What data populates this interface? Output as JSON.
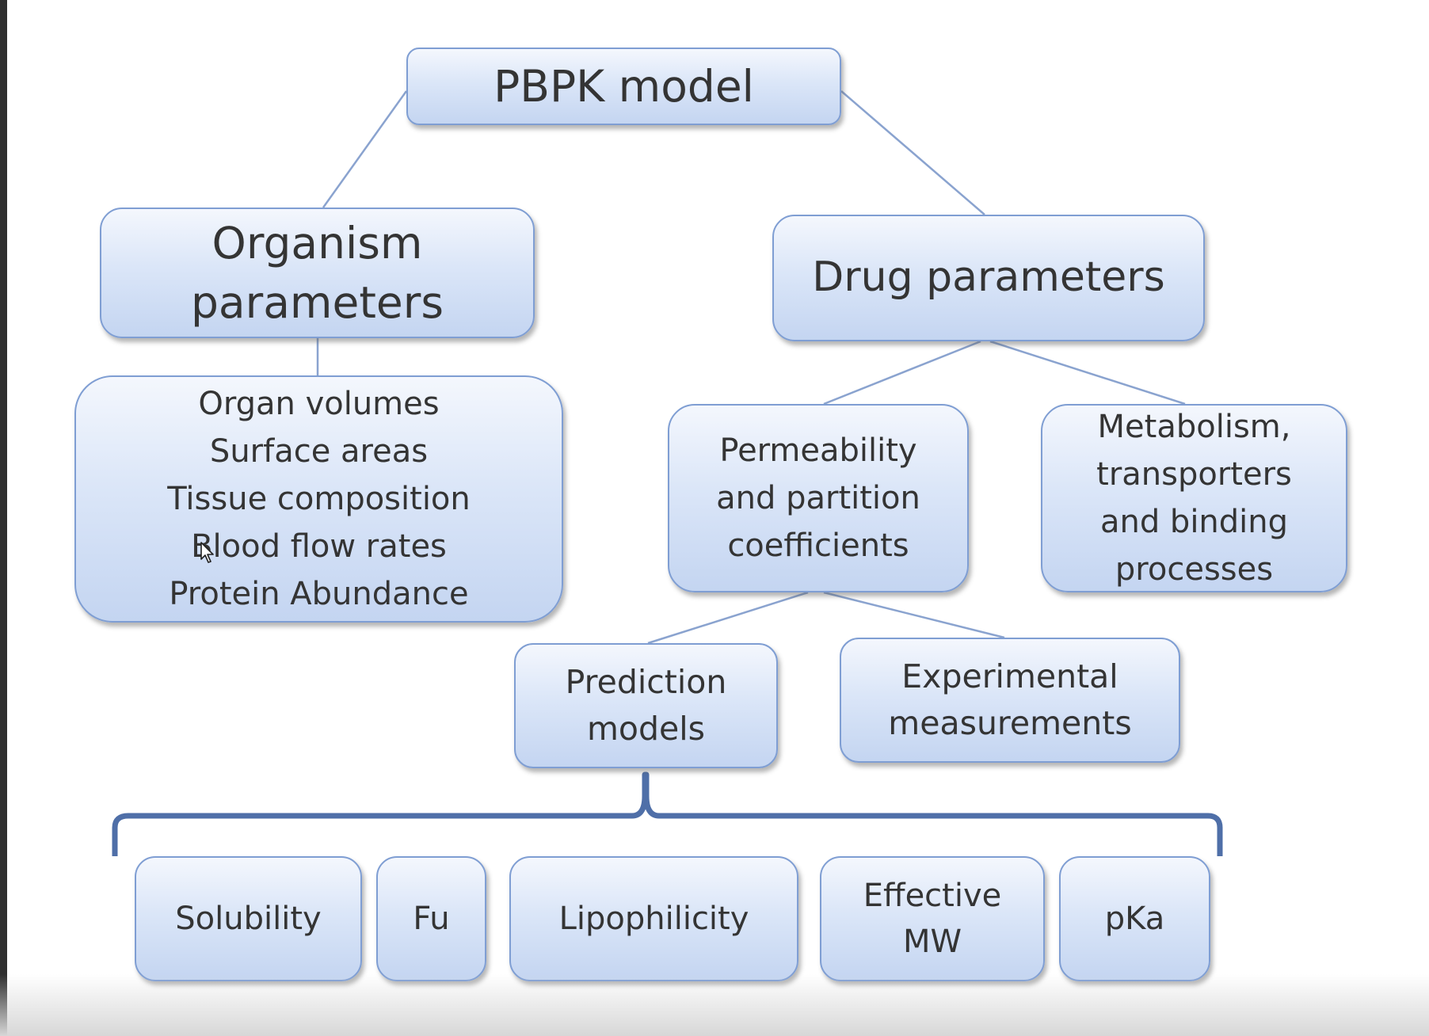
{
  "diagram": {
    "root": "PBPK model",
    "organism": {
      "title": "Organism\nparameters",
      "details": "Organ volumes\nSurface areas\nTissue composition\nBlood flow rates\nProtein Abundance"
    },
    "drug": {
      "title": "Drug parameters",
      "permeability": "Permeability\nand partition\ncoefficients",
      "metabolism": "Metabolism,\ntransporters\nand binding\nprocesses",
      "prediction": "Prediction\nmodels",
      "experimental": "Experimental\nmeasurements"
    },
    "properties": [
      "Solubility",
      "Fu",
      "Lipophilicity",
      "Effective\nMW",
      "pKa"
    ]
  },
  "colors": {
    "box_border": "#7f9ed3",
    "box_fill_top": "#f4f7fd",
    "box_fill_bottom": "#c4d5f1",
    "connector": "#8aa3cf",
    "bracket": "#4f6fa8",
    "text": "#343434"
  }
}
